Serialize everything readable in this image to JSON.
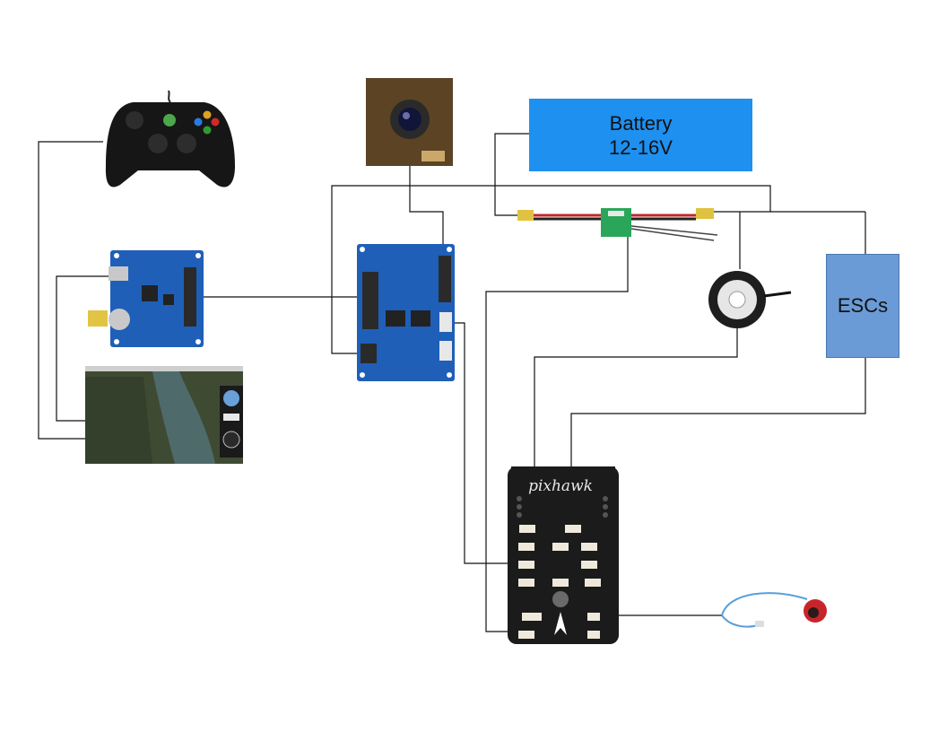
{
  "battery": {
    "line1": "Battery",
    "line2": "12-16V",
    "color": "#1e90f0"
  },
  "escs": {
    "label": "ESCs",
    "color": "#6a9bd6"
  },
  "pixhawk": {
    "logo": "pixhawk"
  },
  "components": [
    "xbox-controller",
    "usb-video-capture-board",
    "ground-control-map-screen",
    "camera-board",
    "fathom-s-rov-board",
    "power-module",
    "led-light",
    "pixhawk-autopilot",
    "pressure-sensor"
  ],
  "colors": {
    "board_blue": "#1f5fb8",
    "wire": "#111111",
    "pixhawk_black": "#1b1b1b"
  }
}
